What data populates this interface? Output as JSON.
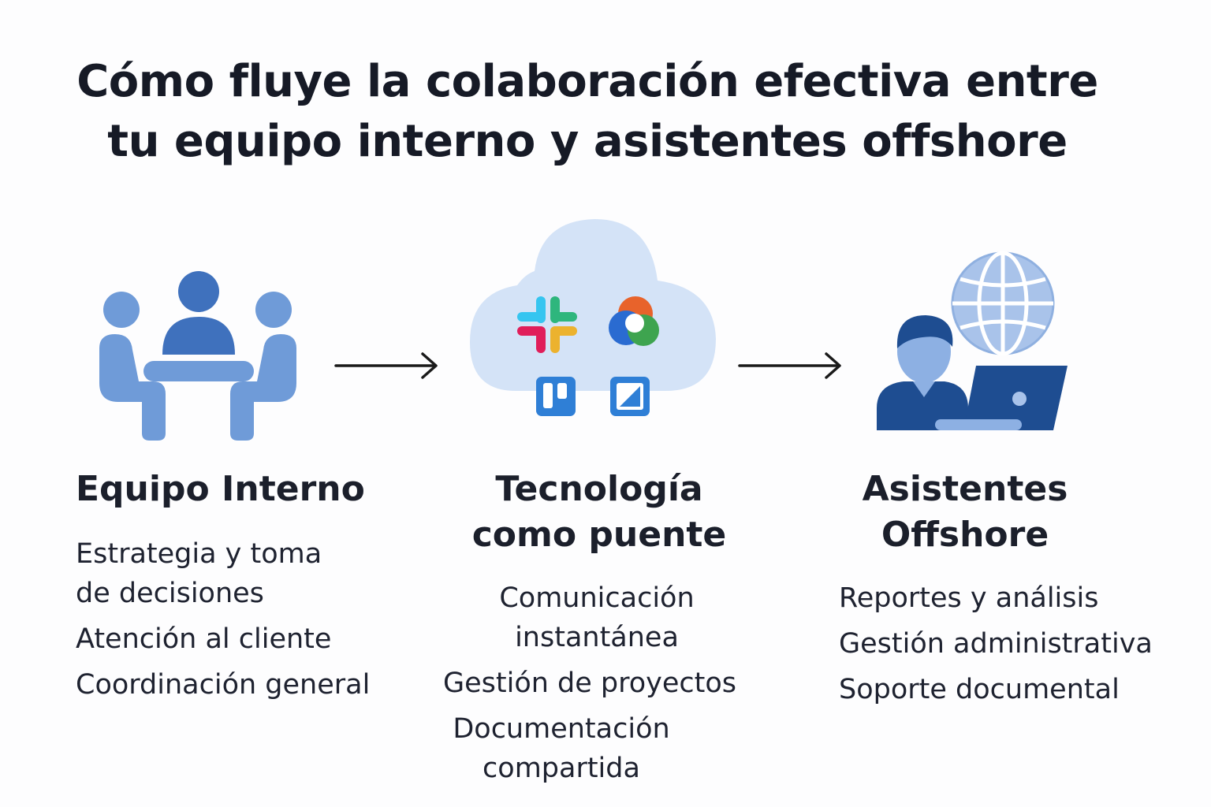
{
  "title": {
    "line1": "Cómo fluye la colaboración efectiva entre",
    "line2": "tu equipo interno y asistentes offshore"
  },
  "columns": [
    {
      "heading": "Equipo Interno",
      "icon": "team-meeting-icon",
      "items": [
        "Estrategia y toma\nde decisiones",
        "Atención al cliente",
        "Coordinación general"
      ]
    },
    {
      "heading_line1": "Tecnología",
      "heading_line2": "como puente",
      "icon": "cloud-apps-icon",
      "items": [
        "Comunicación\ninstantánea",
        "Gestión de proyectos",
        "Documentación\ncompartida"
      ]
    },
    {
      "heading_line1": "Asistentes",
      "heading_line2": "Offshore",
      "icon": "remote-worker-globe-icon",
      "items": [
        "Reportes y análisis",
        "Gestión administrativa",
        "Soporte documental"
      ]
    }
  ],
  "colors": {
    "light_blue": "#6f9bd8",
    "mid_blue": "#3f71bd",
    "dark_blue": "#1e4d91",
    "cloud": "#d4e3f7",
    "arrow": "#1a1a1a"
  }
}
